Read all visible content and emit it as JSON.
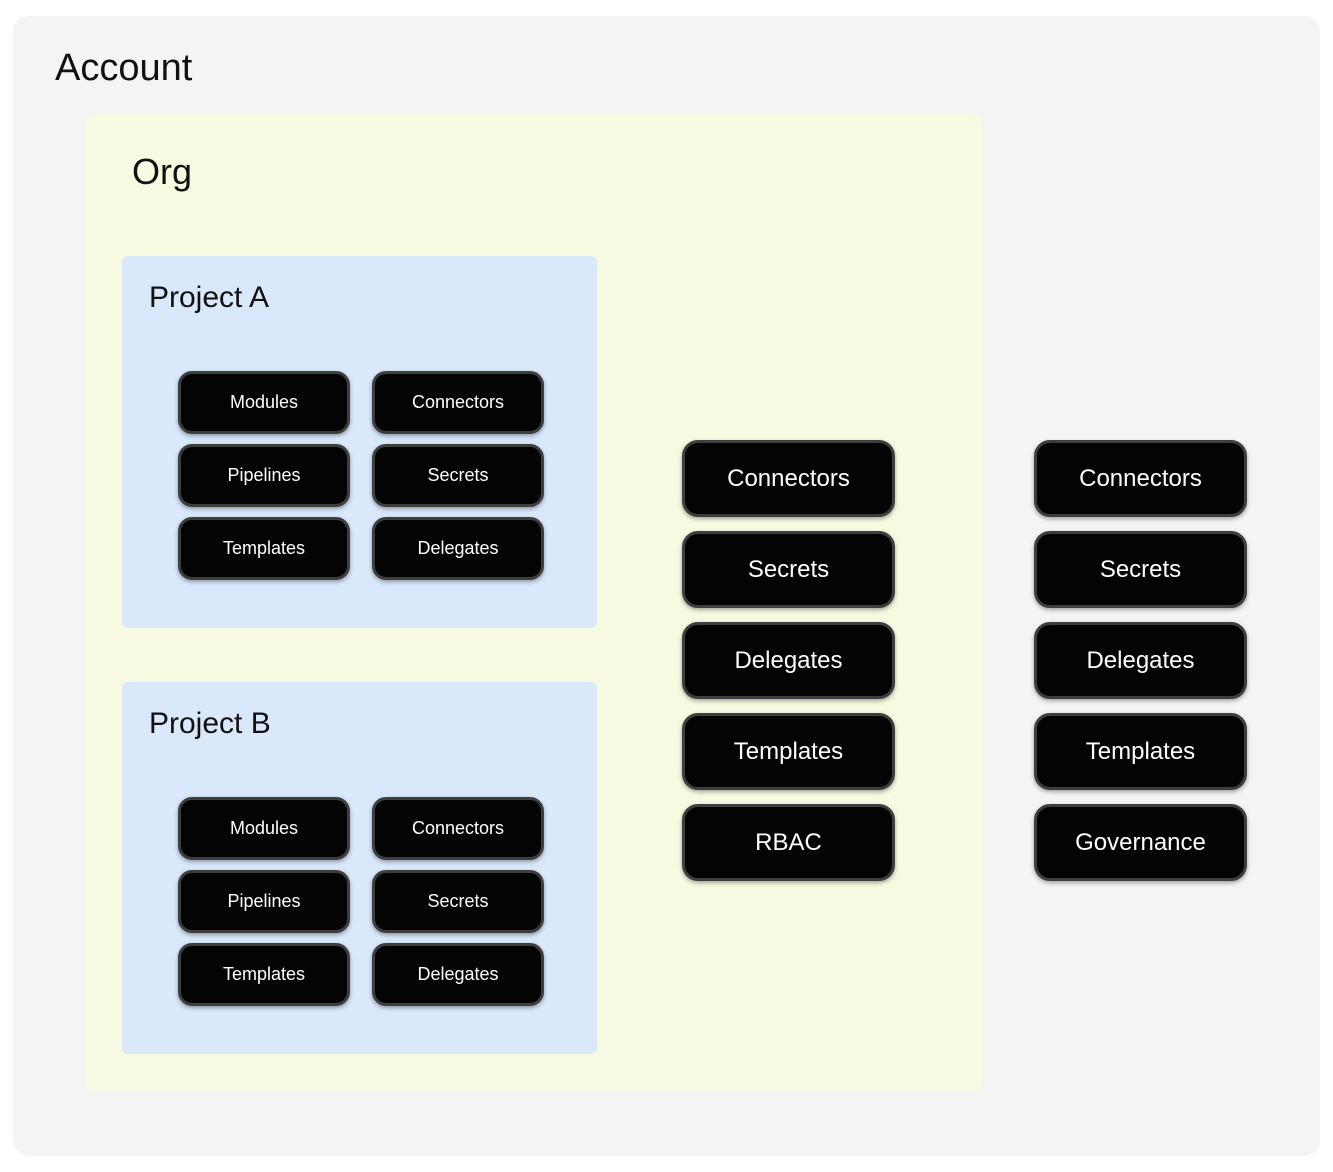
{
  "colors": {
    "account_bg": "#f3f4f3",
    "org_bg": "#f7fae1",
    "project_bg": "#d9e8fb",
    "pill_bg": "#040404",
    "pill_border": "#3e3e3e",
    "pill_text": "#ffffff",
    "title_text": "#111111"
  },
  "account": {
    "label": "Account",
    "items": [
      "Connectors",
      "Secrets",
      "Delegates",
      "Templates",
      "Governance"
    ],
    "org": {
      "label": "Org",
      "items": [
        "Connectors",
        "Secrets",
        "Delegates",
        "Templates",
        "RBAC"
      ],
      "projects": [
        {
          "label": "Project A",
          "items": [
            "Modules",
            "Connectors",
            "Pipelines",
            "Secrets",
            "Templates",
            "Delegates"
          ]
        },
        {
          "label": "Project B",
          "items": [
            "Modules",
            "Connectors",
            "Pipelines",
            "Secrets",
            "Templates",
            "Delegates"
          ]
        }
      ]
    }
  }
}
